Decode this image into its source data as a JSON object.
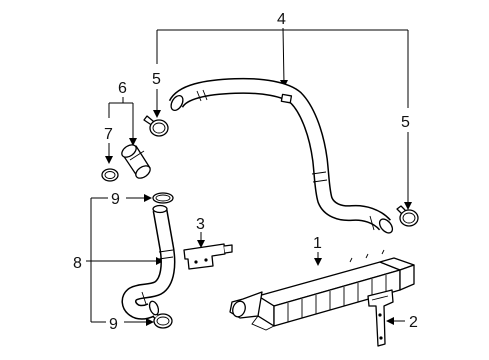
{
  "diagram": {
    "callouts": [
      {
        "id": "c1",
        "label": "1"
      },
      {
        "id": "c2",
        "label": "2"
      },
      {
        "id": "c3",
        "label": "3"
      },
      {
        "id": "c4",
        "label": "4"
      },
      {
        "id": "c5a",
        "label": "5"
      },
      {
        "id": "c5b",
        "label": "5"
      },
      {
        "id": "c6",
        "label": "6"
      },
      {
        "id": "c7",
        "label": "7"
      },
      {
        "id": "c8",
        "label": "8"
      },
      {
        "id": "c9a",
        "label": "9"
      },
      {
        "id": "c9b",
        "label": "9"
      }
    ]
  }
}
